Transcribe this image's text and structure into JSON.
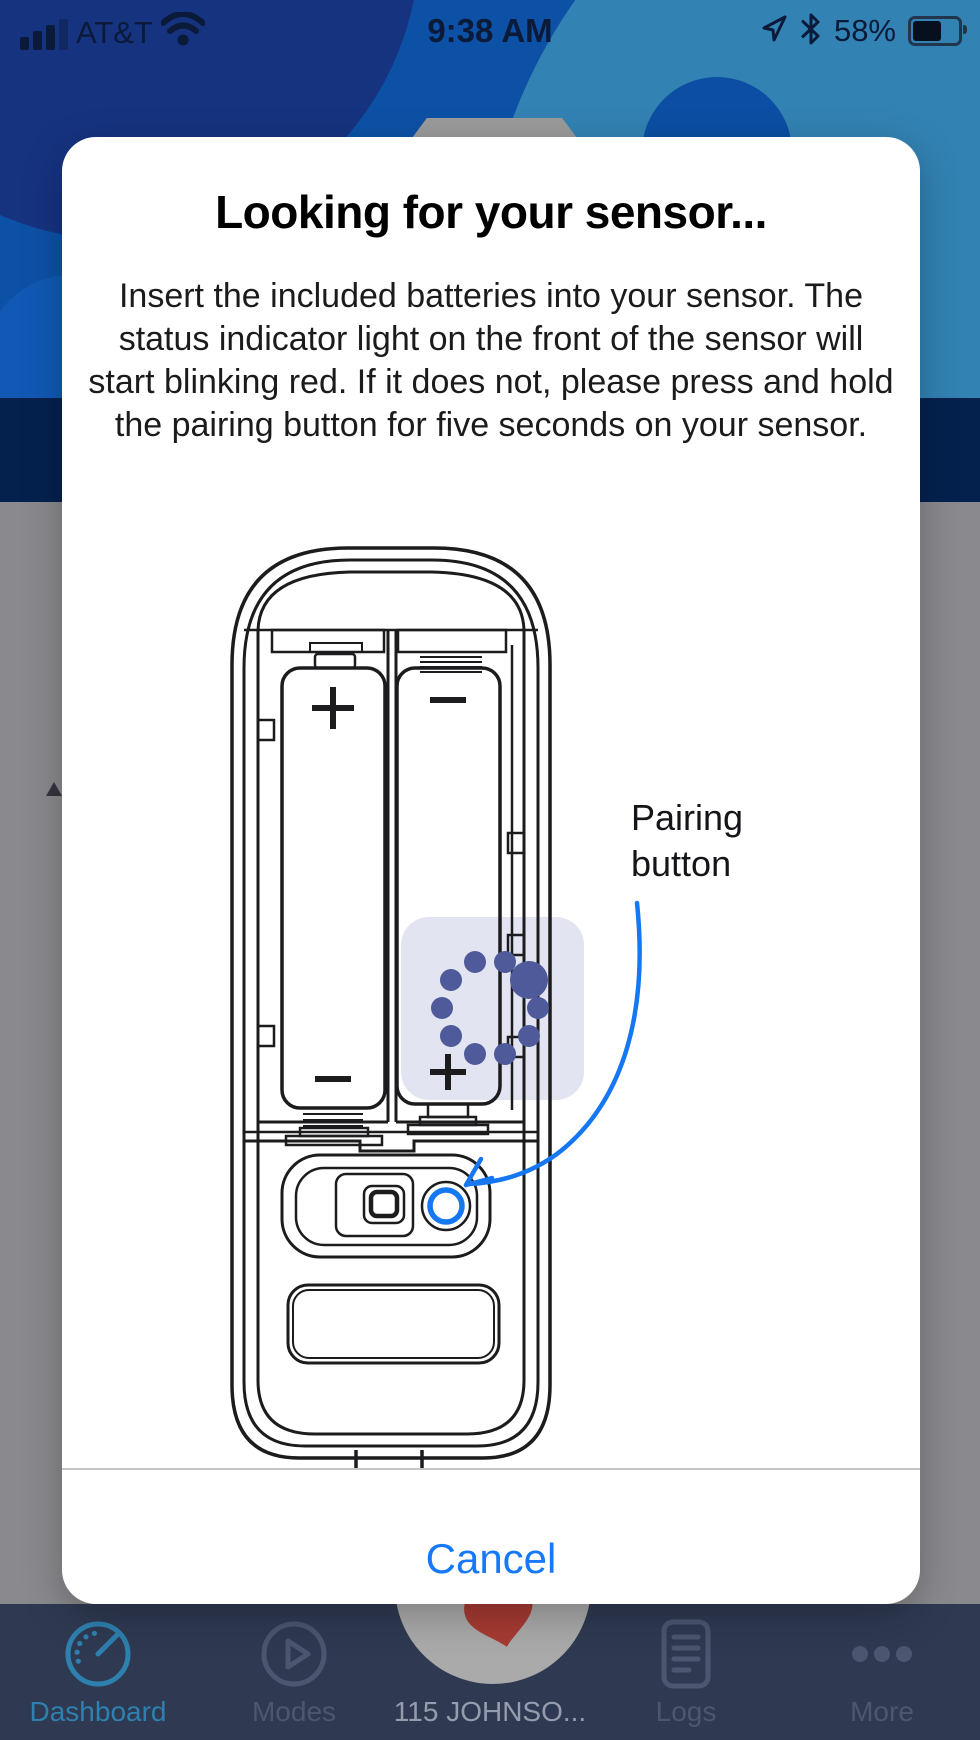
{
  "status_bar": {
    "carrier": "AT&T",
    "time": "9:38 AM",
    "battery_percent": "58%"
  },
  "modal": {
    "title": "Looking for your sensor...",
    "body": "Insert the included batteries into your sensor. The status indicator light on the front of the sensor will start blinking red. If it does not, please press and hold the pairing button for five seconds on your sensor.",
    "pairing_label_line1": "Pairing",
    "pairing_label_line2": "button",
    "cancel_label": "Cancel",
    "diagram": {
      "left_battery_top_terminal": "+",
      "left_battery_bottom_terminal": "−",
      "right_battery_top_terminal": "−",
      "right_battery_bottom_terminal": "+"
    }
  },
  "tab_bar": {
    "items": [
      {
        "label": "Dashboard",
        "active": true
      },
      {
        "label": "Modes",
        "active": false
      },
      {
        "label": "115 JOHNSO...",
        "active": false
      },
      {
        "label": "Logs",
        "active": false
      },
      {
        "label": "More",
        "active": false
      }
    ]
  },
  "colors": {
    "accent_blue": "#1677f2",
    "cancel_blue": "#1779f8",
    "tab_active": "#2e80af",
    "tab_inactive": "#4c5670",
    "spinner_dot": "#4e5a99",
    "highlight_fill": "#e2e4f1",
    "logo_red": "#a63b33",
    "backdrop_blue": "#0d51a6",
    "backdrop_steel": "#3282b3",
    "backdrop_navy_band": "#04214e"
  }
}
